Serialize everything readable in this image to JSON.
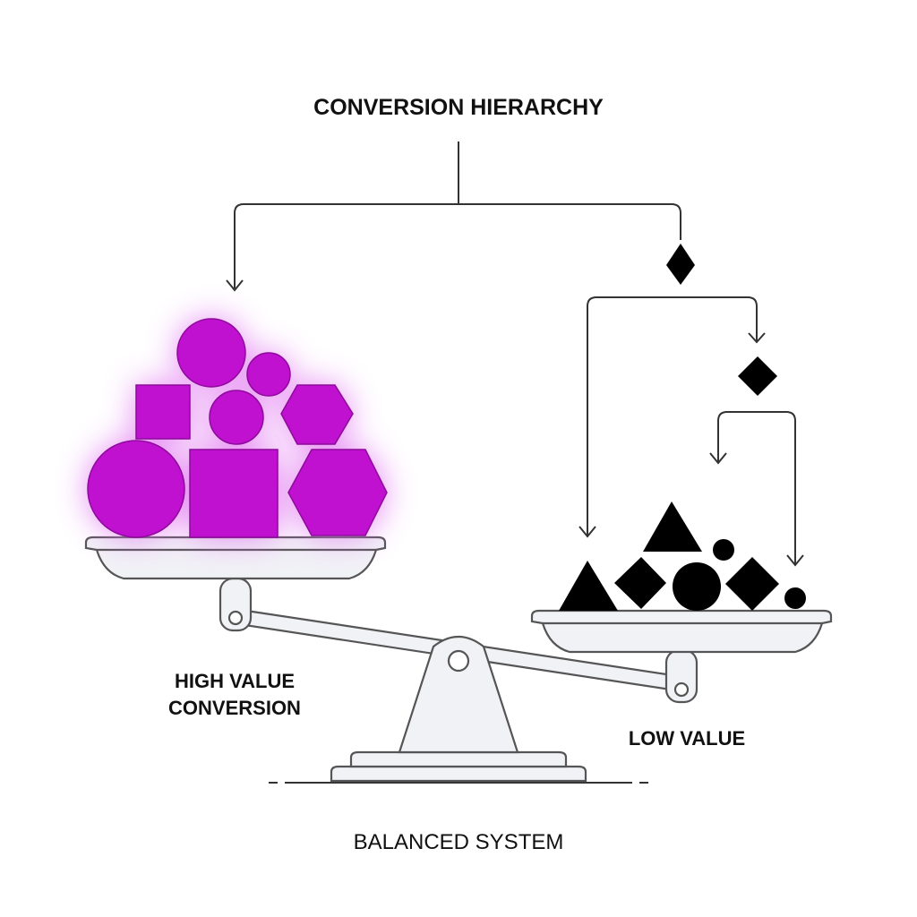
{
  "diagram": {
    "title": "CONVERSION HIERARCHY",
    "left_label_line1": "HIGH VALUE",
    "left_label_line2": "CONVERSION",
    "right_label": "LOW VALUE",
    "footer": "BALANCED SYSTEM"
  },
  "colors": {
    "high_value": "#c010d0",
    "high_value_glow": "#e070f0",
    "low_value": "#000000",
    "line": "#333333",
    "scale_fill": "#f1f2f6",
    "scale_stroke": "#555555"
  }
}
